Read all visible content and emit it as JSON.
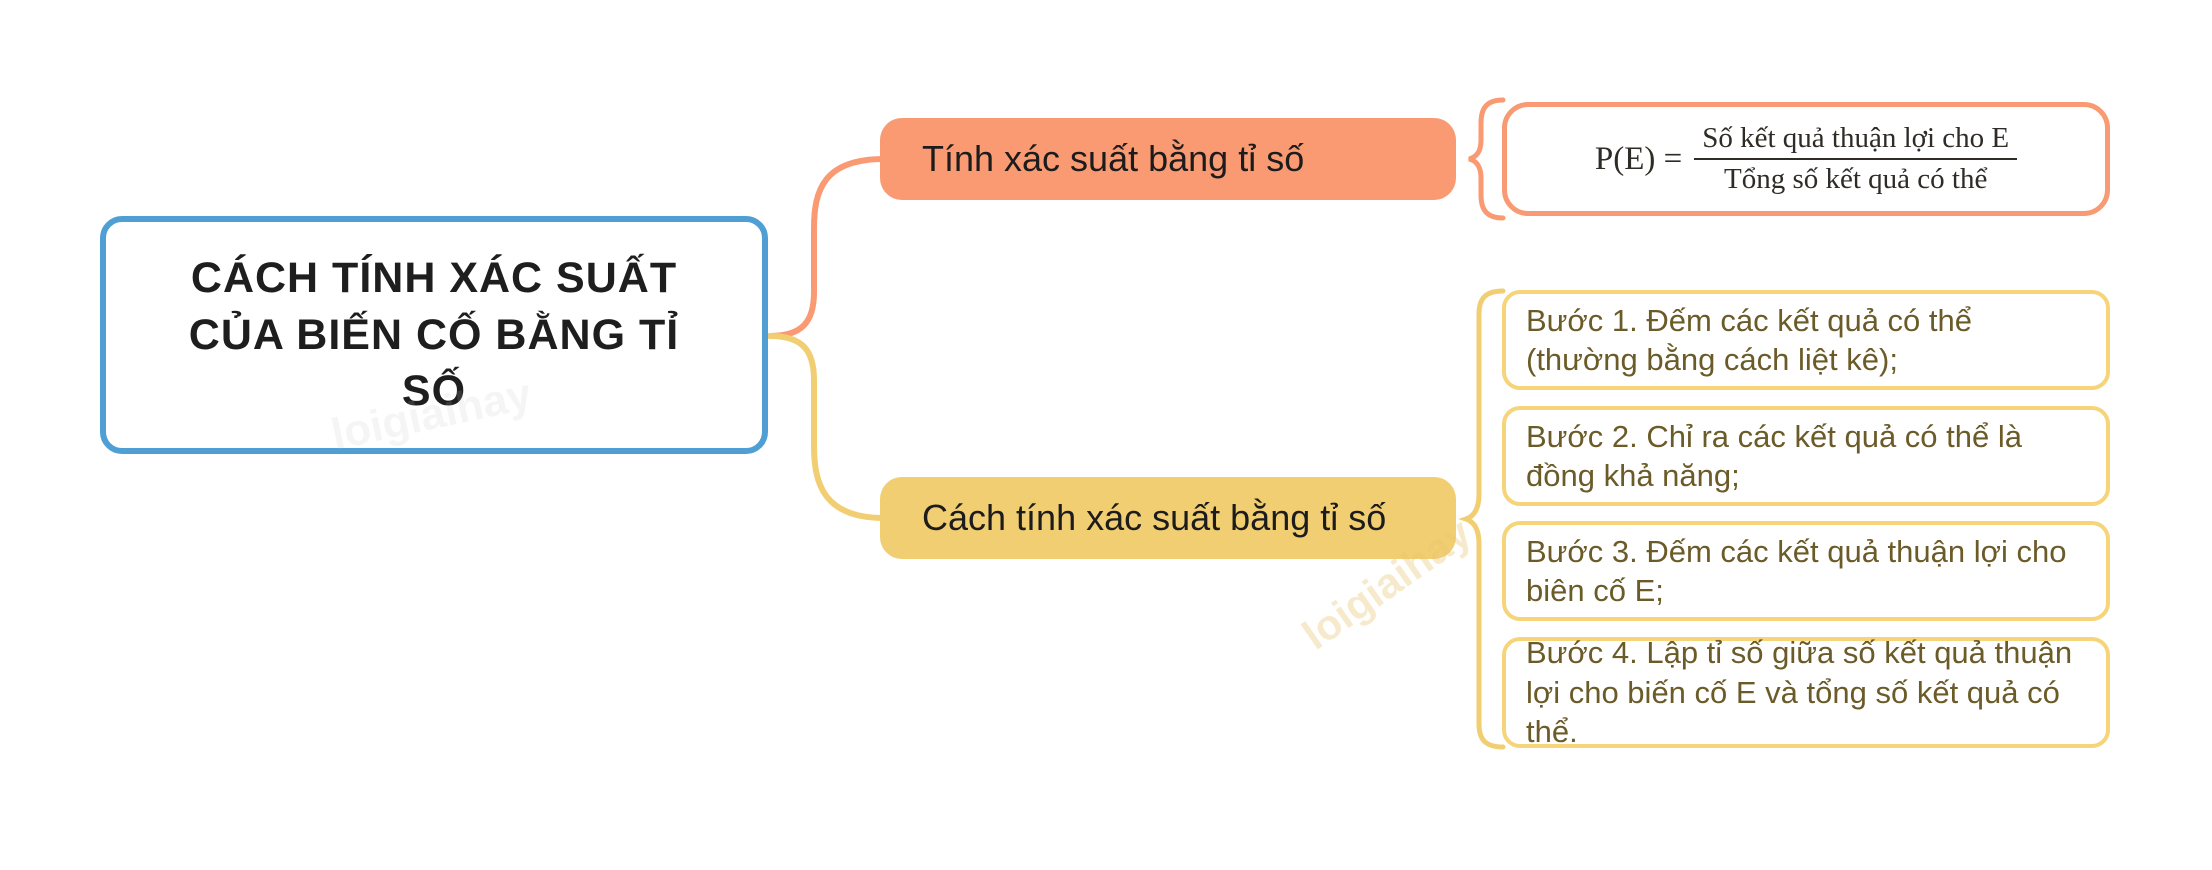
{
  "root": {
    "label": "CÁCH TÍNH XÁC SUẤT CỦA BIẾN CỐ BẰNG TỈ SỐ"
  },
  "branches": [
    {
      "label": "Tính xác suất bằng tỉ số"
    },
    {
      "label": "Cách tính xác suất bằng tỉ số"
    }
  ],
  "formula": {
    "lhs": "P(E) =",
    "numerator": "Số kết quả thuận lợi cho E",
    "denominator": "Tổng số kết quả có thể"
  },
  "steps": [
    "Bước 1. Đếm các kết quả có thể (thường bằng cách liệt kê);",
    "Bước 2. Chỉ ra các kết quả có thể là đồng khả năng;",
    "Bước 3. Đếm các kết quả thuận lợi cho biên cố E;",
    "Bước 4. Lập tỉ số giữa số kết quả thuận lợi cho biến cố E và tổng số kết quả có thể."
  ],
  "watermark": "loigiaihay",
  "colors": {
    "root_border": "#4f9fd4",
    "branch_orange": "#f99a73",
    "branch_yellow": "#f2ce72",
    "step_border": "#f6d47a",
    "step_text": "#6b5b28",
    "text_dark": "#1e1e1e"
  }
}
